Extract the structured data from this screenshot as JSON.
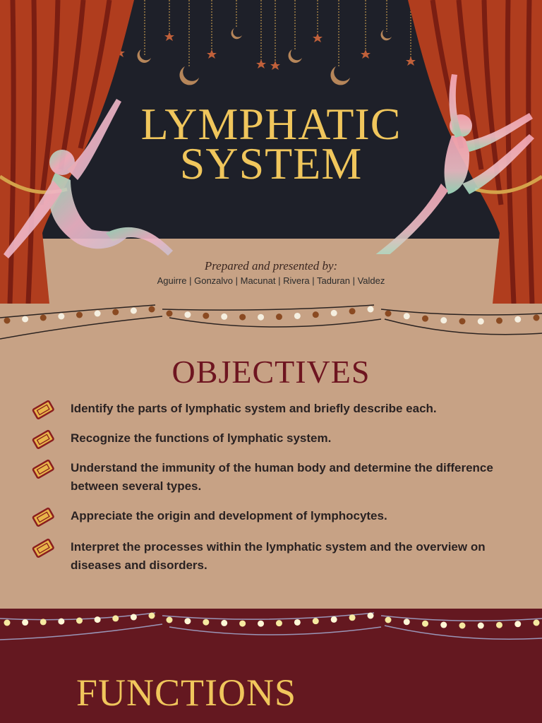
{
  "header": {
    "title_line1": "LYMPHATIC",
    "title_line2": "SYSTEM",
    "prepared_label": "Prepared and presented by:",
    "authors": "Aguirre | Gonzalvo | Macunat | Rivera | Taduran | Valdez"
  },
  "objectives": {
    "title": "OBJECTIVES",
    "items": [
      "Identify the parts of lymphatic system and briefly describe each.",
      "Recognize the functions of lymphatic system.",
      "Understand the immunity of the human body and determine the difference between several types.",
      "Appreciate the origin and development of lymphocytes.",
      "Interpret the processes within the lymphatic system and the overview on diseases and disorders."
    ],
    "icon": "ticket-icon"
  },
  "functions": {
    "title": "FUNCTIONS"
  },
  "colors": {
    "backdrop": "#1e2029",
    "stage": "#c7a285",
    "curtain": "#b03d1e",
    "gold": "#f0c65c",
    "maroon": "#641820",
    "objectives_title": "#6e1520"
  }
}
